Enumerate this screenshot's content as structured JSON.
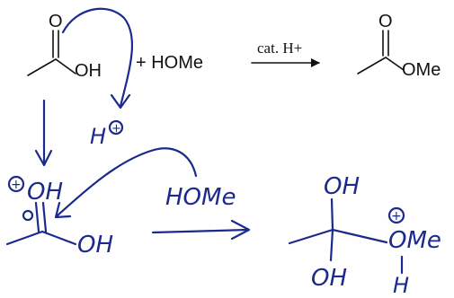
{
  "reaction": {
    "reactant_carbonyl_o": "O",
    "reactant_oh": "OH",
    "plus_reagent": "+ HOMe",
    "catalyst": "cat. H+",
    "product_carbonyl_o": "O",
    "product_ome": "OMe"
  },
  "mechanism": {
    "proton": "H",
    "charge": "+",
    "protonated_oh": "OH",
    "protonated_oh2": "OH",
    "nucleophile": "HOMe",
    "tetra_oh_top": "OH",
    "tetra_oh_bottom": "OH",
    "tetra_ome": "OMe",
    "tetra_h": "H"
  },
  "colors": {
    "typed": "#111111",
    "ink": "#1b2a8c"
  }
}
